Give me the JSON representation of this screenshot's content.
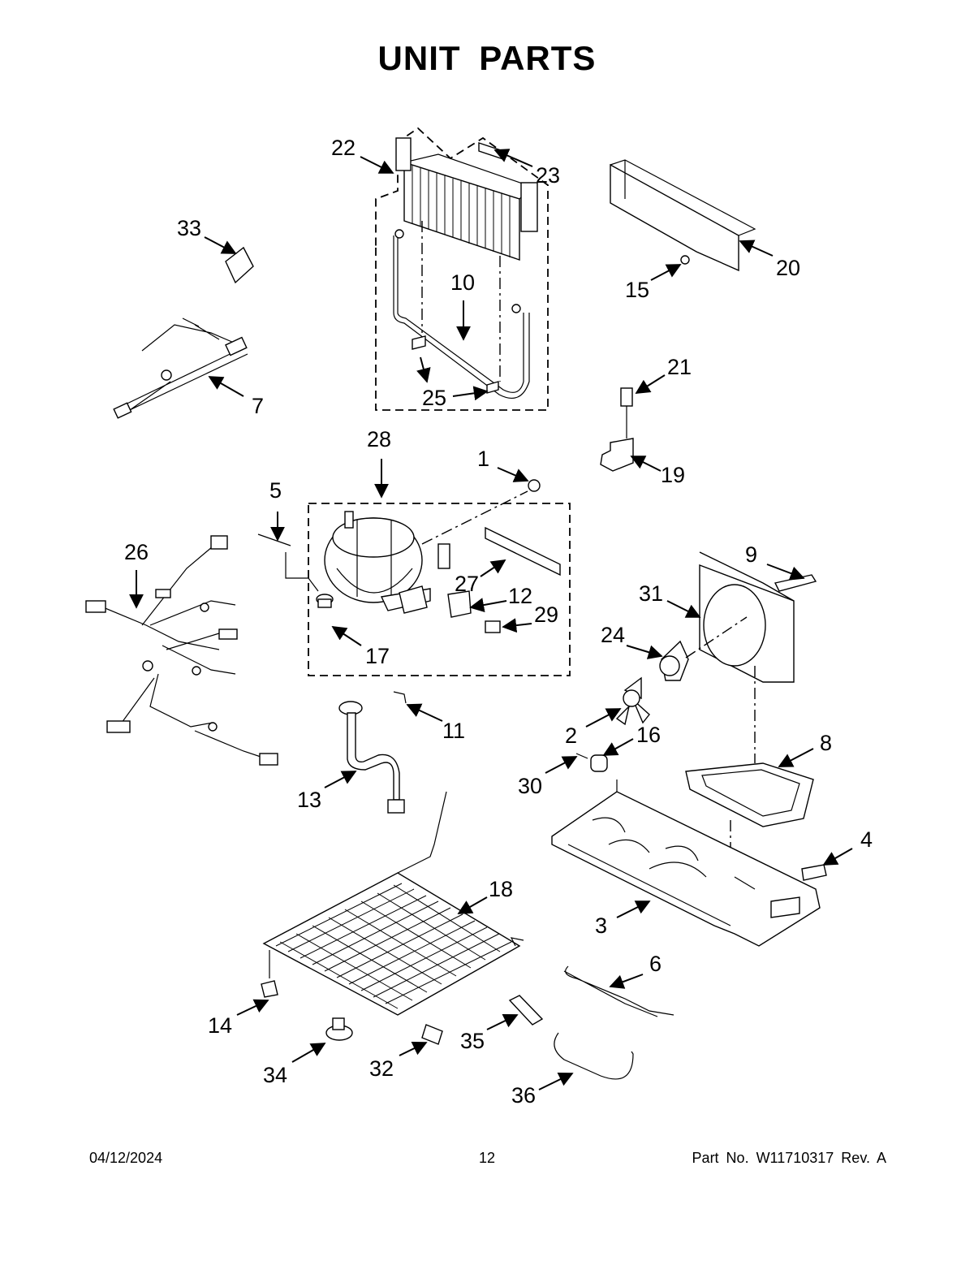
{
  "title": "UNIT  PARTS",
  "footer": {
    "date": "04/12/2024",
    "page_number": "12",
    "part_number": "Part No.  W11710317  Rev.  A"
  },
  "callouts": {
    "c1": "1",
    "c2": "2",
    "c3": "3",
    "c4": "4",
    "c5": "5",
    "c6": "6",
    "c7": "7",
    "c8": "8",
    "c9": "9",
    "c10": "10",
    "c11": "11",
    "c12": "12",
    "c13": "13",
    "c14": "14",
    "c15": "15",
    "c16": "16",
    "c17": "17",
    "c18": "18",
    "c19": "19",
    "c20": "20",
    "c21": "21",
    "c22": "22",
    "c23": "23",
    "c24": "24",
    "c25": "25",
    "c26": "26",
    "c27": "27",
    "c28": "28",
    "c29": "29",
    "c30": "30",
    "c31": "31",
    "c32": "32",
    "c33": "33",
    "c34": "34",
    "c35": "35",
    "c36": "36"
  }
}
